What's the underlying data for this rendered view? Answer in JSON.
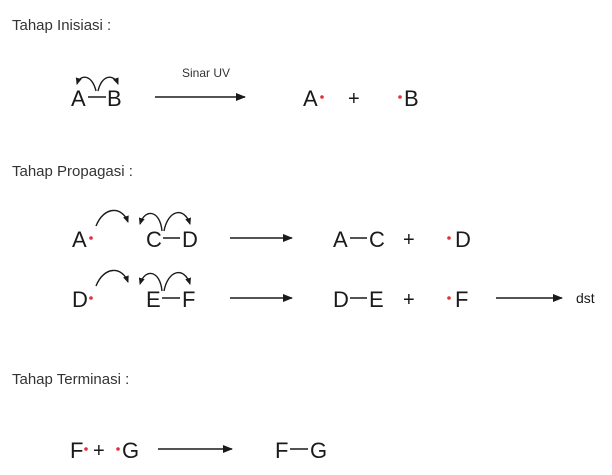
{
  "colors": {
    "ink": "#1a1a1a",
    "radical_dot": "#e0303a",
    "background": "#ffffff"
  },
  "stages": {
    "initiation": {
      "title": "Tahap Inisiasi :",
      "reactant": {
        "atom1": "A",
        "atom2": "B"
      },
      "arrow_label": "Sinar UV",
      "products": {
        "radical1": "A",
        "plus": "+",
        "radical2": "B"
      }
    },
    "propagation": {
      "title": "Tahap Propagasi :",
      "step1": {
        "radical": "A",
        "atom1": "C",
        "atom2": "D",
        "product_atom1": "A",
        "product_atom2": "C",
        "plus": "+",
        "new_radical": "D"
      },
      "step2": {
        "radical": "D",
        "atom1": "E",
        "atom2": "F",
        "product_atom1": "D",
        "product_atom2": "E",
        "plus": "+",
        "new_radical": "F",
        "continuation": "dst"
      }
    },
    "termination": {
      "title": "Tahap Terminasi :",
      "radical1": "F",
      "plus": "+",
      "radical2": "G",
      "product_atom1": "F",
      "product_atom2": "G"
    }
  }
}
